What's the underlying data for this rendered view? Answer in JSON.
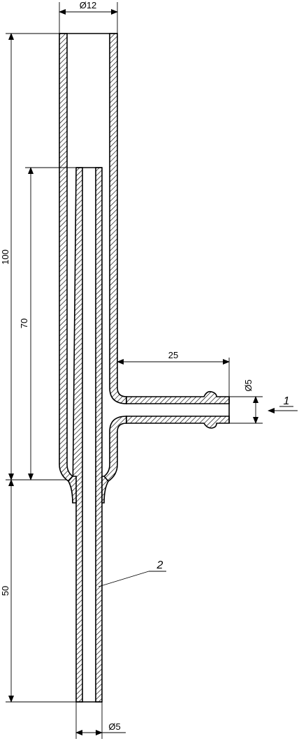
{
  "dimensions": {
    "outer_diameter": "Ø12",
    "outer_length": "100",
    "inner_length": "70",
    "stem_length": "50",
    "side_arm_length": "25",
    "side_arm_diameter": "Ø5",
    "stem_diameter": "Ø5"
  },
  "leaders": {
    "inlet": "1",
    "stem": "2"
  },
  "colors": {
    "line": "#000000",
    "background": "#ffffff"
  }
}
